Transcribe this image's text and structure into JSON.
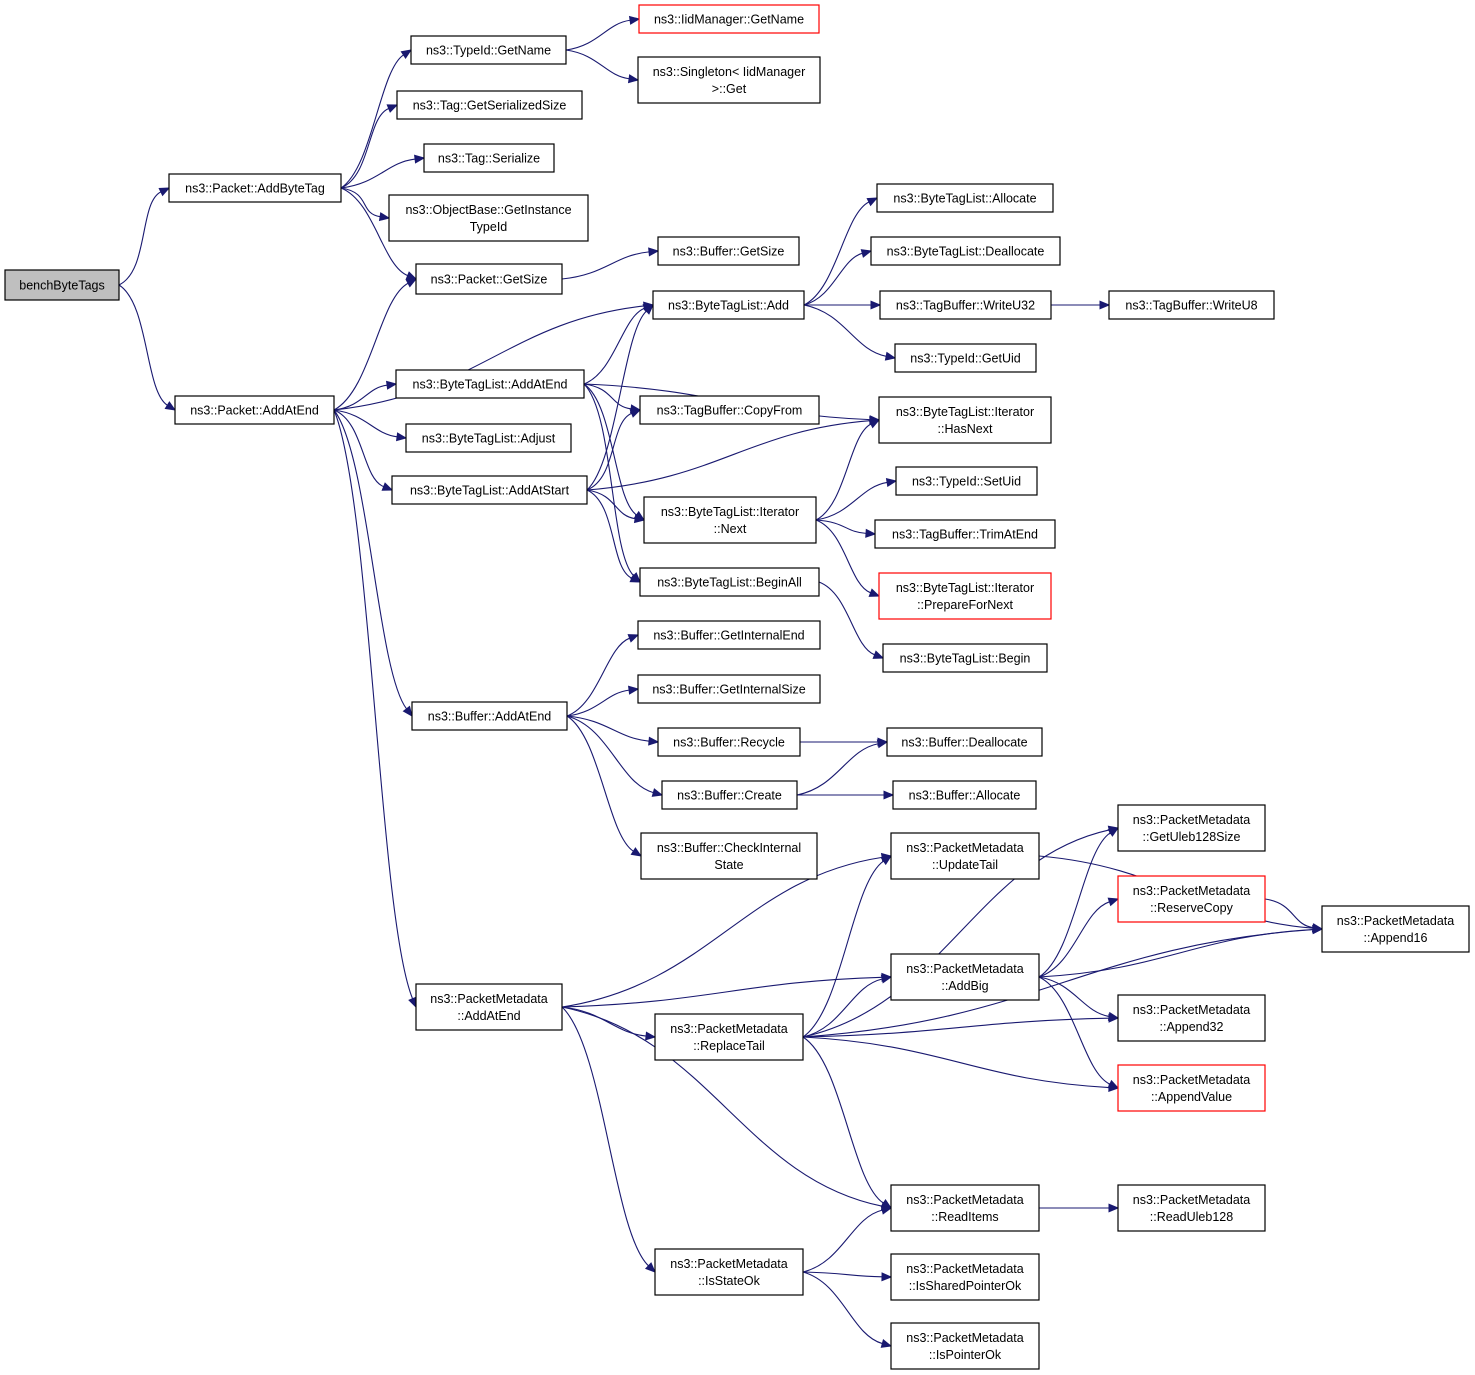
{
  "colors": {
    "edge": "#191970",
    "node_border": "#000000",
    "node_border_truncated": "#ff0000",
    "root_fill": "#bfbfbf",
    "node_fill": "#ffffff"
  },
  "nodes": [
    {
      "id": "bench",
      "lines": [
        "benchByteTags"
      ],
      "root": true
    },
    {
      "id": "pAddByteTag",
      "lines": [
        "ns3::Packet::AddByteTag"
      ]
    },
    {
      "id": "pAddAtEnd",
      "lines": [
        "ns3::Packet::AddAtEnd"
      ]
    },
    {
      "id": "typeIdGetName",
      "lines": [
        "ns3::TypeId::GetName"
      ]
    },
    {
      "id": "tagGetSerSize",
      "lines": [
        "ns3::Tag::GetSerializedSize"
      ]
    },
    {
      "id": "tagSerialize",
      "lines": [
        "ns3::Tag::Serialize"
      ]
    },
    {
      "id": "objGetInst",
      "lines": [
        "ns3::ObjectBase::GetInstance",
        "TypeId"
      ]
    },
    {
      "id": "pGetSize",
      "lines": [
        "ns3::Packet::GetSize"
      ]
    },
    {
      "id": "iidGetName",
      "lines": [
        "ns3::IidManager::GetName"
      ],
      "truncated": true
    },
    {
      "id": "singleton",
      "lines": [
        "ns3::Singleton< IidManager",
        ">::Get"
      ]
    },
    {
      "id": "bufGetSize",
      "lines": [
        "ns3::Buffer::GetSize"
      ]
    },
    {
      "id": "btlAdd",
      "lines": [
        "ns3::ByteTagList::Add"
      ]
    },
    {
      "id": "btlAllocate",
      "lines": [
        "ns3::ByteTagList::Allocate"
      ]
    },
    {
      "id": "btlDeallocate",
      "lines": [
        "ns3::ByteTagList::Deallocate"
      ]
    },
    {
      "id": "tbWriteU32",
      "lines": [
        "ns3::TagBuffer::WriteU32"
      ]
    },
    {
      "id": "tbWriteU8",
      "lines": [
        "ns3::TagBuffer::WriteU8"
      ]
    },
    {
      "id": "typeIdGetUid",
      "lines": [
        "ns3::TypeId::GetUid"
      ]
    },
    {
      "id": "btlAddAtEnd",
      "lines": [
        "ns3::ByteTagList::AddAtEnd"
      ]
    },
    {
      "id": "btlAdjust",
      "lines": [
        "ns3::ByteTagList::Adjust"
      ]
    },
    {
      "id": "btlAddAtStart",
      "lines": [
        "ns3::ByteTagList::AddAtStart"
      ]
    },
    {
      "id": "tbCopyFrom",
      "lines": [
        "ns3::TagBuffer::CopyFrom"
      ]
    },
    {
      "id": "itHasNext",
      "lines": [
        "ns3::ByteTagList::Iterator",
        "::HasNext"
      ]
    },
    {
      "id": "itNext",
      "lines": [
        "ns3::ByteTagList::Iterator",
        "::Next"
      ]
    },
    {
      "id": "typeIdSetUid",
      "lines": [
        "ns3::TypeId::SetUid"
      ]
    },
    {
      "id": "tbTrimAtEnd",
      "lines": [
        "ns3::TagBuffer::TrimAtEnd"
      ]
    },
    {
      "id": "itPrepNext",
      "lines": [
        "ns3::ByteTagList::Iterator",
        "::PrepareForNext"
      ],
      "truncated": true
    },
    {
      "id": "btlBeginAll",
      "lines": [
        "ns3::ByteTagList::BeginAll"
      ]
    },
    {
      "id": "btlBegin",
      "lines": [
        "ns3::ByteTagList::Begin"
      ]
    },
    {
      "id": "bufAddAtEnd",
      "lines": [
        "ns3::Buffer::AddAtEnd"
      ]
    },
    {
      "id": "bufGetIntEnd",
      "lines": [
        "ns3::Buffer::GetInternalEnd"
      ]
    },
    {
      "id": "bufGetIntSize",
      "lines": [
        "ns3::Buffer::GetInternalSize"
      ]
    },
    {
      "id": "bufRecycle",
      "lines": [
        "ns3::Buffer::Recycle"
      ]
    },
    {
      "id": "bufDeallocate",
      "lines": [
        "ns3::Buffer::Deallocate"
      ]
    },
    {
      "id": "bufCreate",
      "lines": [
        "ns3::Buffer::Create"
      ]
    },
    {
      "id": "bufAllocate",
      "lines": [
        "ns3::Buffer::Allocate"
      ]
    },
    {
      "id": "bufCheckInt",
      "lines": [
        "ns3::Buffer::CheckInternal",
        "State"
      ]
    },
    {
      "id": "pmAddAtEnd",
      "lines": [
        "ns3::PacketMetadata",
        "::AddAtEnd"
      ]
    },
    {
      "id": "pmUpdateTail",
      "lines": [
        "ns3::PacketMetadata",
        "::UpdateTail"
      ]
    },
    {
      "id": "pmGetUleb",
      "lines": [
        "ns3::PacketMetadata",
        "::GetUleb128Size"
      ]
    },
    {
      "id": "pmReserveCopy",
      "lines": [
        "ns3::PacketMetadata",
        "::ReserveCopy"
      ],
      "truncated": true
    },
    {
      "id": "pmAppend16",
      "lines": [
        "ns3::PacketMetadata",
        "::Append16"
      ]
    },
    {
      "id": "pmAddBig",
      "lines": [
        "ns3::PacketMetadata",
        "::AddBig"
      ]
    },
    {
      "id": "pmAppend32",
      "lines": [
        "ns3::PacketMetadata",
        "::Append32"
      ]
    },
    {
      "id": "pmReplaceTail",
      "lines": [
        "ns3::PacketMetadata",
        "::ReplaceTail"
      ]
    },
    {
      "id": "pmAppendValue",
      "lines": [
        "ns3::PacketMetadata",
        "::AppendValue"
      ],
      "truncated": true
    },
    {
      "id": "pmReadItems",
      "lines": [
        "ns3::PacketMetadata",
        "::ReadItems"
      ]
    },
    {
      "id": "pmReadUleb",
      "lines": [
        "ns3::PacketMetadata",
        "::ReadUleb128"
      ]
    },
    {
      "id": "pmIsStateOk",
      "lines": [
        "ns3::PacketMetadata",
        "::IsStateOk"
      ]
    },
    {
      "id": "pmIsSharedOk",
      "lines": [
        "ns3::PacketMetadata",
        "::IsSharedPointerOk"
      ]
    },
    {
      "id": "pmIsPtrOk",
      "lines": [
        "ns3::PacketMetadata",
        "::IsPointerOk"
      ]
    }
  ],
  "edges": [
    [
      "bench",
      "pAddByteTag"
    ],
    [
      "bench",
      "pAddAtEnd"
    ],
    [
      "pAddByteTag",
      "typeIdGetName"
    ],
    [
      "pAddByteTag",
      "tagGetSerSize"
    ],
    [
      "pAddByteTag",
      "tagSerialize"
    ],
    [
      "pAddByteTag",
      "objGetInst"
    ],
    [
      "pAddByteTag",
      "pGetSize"
    ],
    [
      "typeIdGetName",
      "iidGetName"
    ],
    [
      "typeIdGetName",
      "singleton"
    ],
    [
      "pGetSize",
      "bufGetSize"
    ],
    [
      "pAddAtEnd",
      "pGetSize"
    ],
    [
      "pAddAtEnd",
      "btlAdd"
    ],
    [
      "pAddAtEnd",
      "btlAddAtEnd"
    ],
    [
      "pAddAtEnd",
      "btlAdjust"
    ],
    [
      "pAddAtEnd",
      "btlAddAtStart"
    ],
    [
      "pAddAtEnd",
      "bufAddAtEnd"
    ],
    [
      "pAddAtEnd",
      "pmAddAtEnd"
    ],
    [
      "btlAdd",
      "btlAllocate"
    ],
    [
      "btlAdd",
      "btlDeallocate"
    ],
    [
      "btlAdd",
      "tbWriteU32"
    ],
    [
      "btlAdd",
      "typeIdGetUid"
    ],
    [
      "tbWriteU32",
      "tbWriteU8"
    ],
    [
      "btlAddAtEnd",
      "btlAdd"
    ],
    [
      "btlAddAtEnd",
      "tbCopyFrom"
    ],
    [
      "btlAddAtEnd",
      "itHasNext"
    ],
    [
      "btlAddAtEnd",
      "itNext"
    ],
    [
      "btlAddAtEnd",
      "btlBeginAll"
    ],
    [
      "btlAddAtStart",
      "btlAdd"
    ],
    [
      "btlAddAtStart",
      "tbCopyFrom"
    ],
    [
      "btlAddAtStart",
      "itHasNext"
    ],
    [
      "btlAddAtStart",
      "itNext"
    ],
    [
      "btlAddAtStart",
      "btlBeginAll"
    ],
    [
      "itNext",
      "itHasNext"
    ],
    [
      "itNext",
      "typeIdSetUid"
    ],
    [
      "itNext",
      "tbTrimAtEnd"
    ],
    [
      "itNext",
      "itPrepNext"
    ],
    [
      "btlBeginAll",
      "btlBegin"
    ],
    [
      "bufAddAtEnd",
      "bufGetIntEnd"
    ],
    [
      "bufAddAtEnd",
      "bufGetIntSize"
    ],
    [
      "bufAddAtEnd",
      "bufRecycle"
    ],
    [
      "bufAddAtEnd",
      "bufCreate"
    ],
    [
      "bufAddAtEnd",
      "bufCheckInt"
    ],
    [
      "bufRecycle",
      "bufDeallocate"
    ],
    [
      "bufCreate",
      "bufDeallocate"
    ],
    [
      "bufCreate",
      "bufAllocate"
    ],
    [
      "pmAddAtEnd",
      "pmUpdateTail"
    ],
    [
      "pmAddAtEnd",
      "pmAddBig"
    ],
    [
      "pmAddAtEnd",
      "pmReplaceTail"
    ],
    [
      "pmAddAtEnd",
      "pmReadItems"
    ],
    [
      "pmAddAtEnd",
      "pmIsStateOk"
    ],
    [
      "pmUpdateTail",
      "pmAppend16"
    ],
    [
      "pmAddBig",
      "pmGetUleb"
    ],
    [
      "pmAddBig",
      "pmReserveCopy"
    ],
    [
      "pmAddBig",
      "pmAppend16"
    ],
    [
      "pmAddBig",
      "pmAppend32"
    ],
    [
      "pmAddBig",
      "pmAppendValue"
    ],
    [
      "pmReserveCopy",
      "pmAppend16"
    ],
    [
      "pmReplaceTail",
      "pmUpdateTail"
    ],
    [
      "pmReplaceTail",
      "pmGetUleb"
    ],
    [
      "pmReplaceTail",
      "pmAddBig"
    ],
    [
      "pmReplaceTail",
      "pmAppend32"
    ],
    [
      "pmReplaceTail",
      "pmAppendValue"
    ],
    [
      "pmReplaceTail",
      "pmAppend16"
    ],
    [
      "pmReplaceTail",
      "pmReadItems"
    ],
    [
      "pmReadItems",
      "pmReadUleb"
    ],
    [
      "pmIsStateOk",
      "pmReadItems"
    ],
    [
      "pmIsStateOk",
      "pmIsSharedOk"
    ],
    [
      "pmIsStateOk",
      "pmIsPtrOk"
    ]
  ]
}
